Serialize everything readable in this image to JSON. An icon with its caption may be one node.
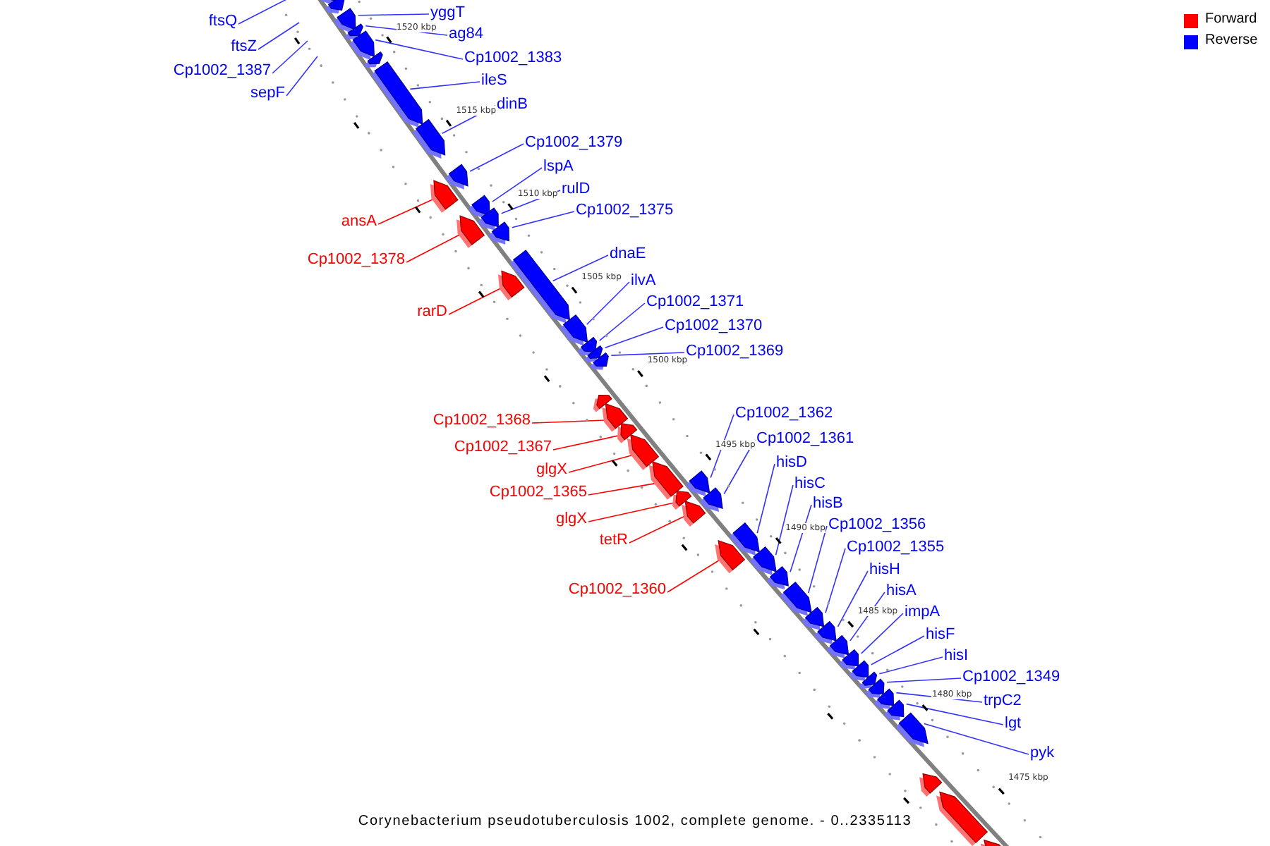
{
  "diagram": {
    "caption": "Corynebacterium pseudotuberculosis 1002, complete genome. - 0..2335113",
    "nodes": [
      {
        "text": [
          "ftsQ"
        ]
      },
      {
        "text": [
          "yggT"
        ]
      },
      {
        "text": [
          "ag84"
        ]
      },
      {
        "text": [
          "ftsZ"
        ]
      },
      {
        "text": [
          "Cp1002_1387"
        ]
      },
      {
        "text": [
          "Cp1002_1383"
        ]
      },
      {
        "text": [
          "sepF"
        ]
      },
      {
        "text": [
          "ileS"
        ]
      },
      {
        "text": [
          "dinB"
        ]
      },
      {
        "text": [
          "Cp1002_1379"
        ]
      },
      {
        "text": [
          "lspA"
        ]
      },
      {
        "text": [
          "rulD"
        ]
      },
      {
        "text": [
          "Cp1002_1375"
        ]
      },
      {
        "text": [
          "ansA"
        ]
      },
      {
        "text": [
          "Cp1002_1378"
        ]
      },
      {
        "text": [
          "dnaE"
        ]
      },
      {
        "text": [
          "ilvA"
        ]
      },
      {
        "text": [
          "Cp1002_1371"
        ]
      },
      {
        "text": [
          "rarD"
        ]
      },
      {
        "text": [
          "Cp1002_1370"
        ]
      },
      {
        "text": [
          "Cp1002_1369"
        ]
      },
      {
        "text": [
          "Cp1002_1362"
        ]
      },
      {
        "text": [
          "Cp1002_1368"
        ]
      },
      {
        "text": [
          "Cp1002_1361"
        ]
      },
      {
        "text": [
          "Cp1002_1367"
        ]
      },
      {
        "text": [
          "hisD"
        ]
      },
      {
        "text": [
          "glgX"
        ]
      },
      {
        "text": [
          "hisC"
        ]
      },
      {
        "text": [
          "Cp1002_1365"
        ]
      },
      {
        "text": [
          "hisB"
        ]
      },
      {
        "text": [
          "glgX"
        ]
      },
      {
        "text": [
          "Cp1002_1356"
        ]
      },
      {
        "text": [
          "tetR"
        ]
      },
      {
        "text": [
          "Cp1002_1355"
        ]
      },
      {
        "text": [
          "Cp1002_1360"
        ]
      },
      {
        "text": [
          "hisH"
        ]
      },
      {
        "text": [
          "hisA"
        ]
      },
      {
        "text": [
          "impA"
        ]
      },
      {
        "text": [
          "hisF"
        ]
      },
      {
        "text": [
          "hisI"
        ]
      },
      {
        "text": [
          "Cp1002_1349"
        ]
      },
      {
        "text": [
          "trpC2"
        ]
      },
      {
        "text": [
          "lgt"
        ]
      },
      {
        "text": [
          "pyk"
        ]
      },
      {
        "text": [],
        "shape": "bar"
      },
      {
        "text": [],
        "shape": "bar"
      },
      {
        "text": [],
        "shape": "bar"
      },
      {
        "text": [],
        "shape": "bar"
      },
      {
        "text": [],
        "shape": "bar"
      },
      {
        "text": [],
        "shape": "bar"
      },
      {
        "text": [],
        "shape": "bar"
      },
      {
        "text": [],
        "shape": "bar"
      },
      {
        "text": [],
        "shape": "bar"
      },
      {
        "text": [],
        "shape": "bar"
      },
      {
        "text": [],
        "shape": "bar"
      },
      {
        "text": [],
        "shape": "bar"
      },
      {
        "text": [],
        "shape": "bar"
      },
      {
        "text": [],
        "shape": "bar"
      },
      {
        "text": [],
        "shape": "bar"
      },
      {
        "text": [],
        "shape": "bar"
      },
      {
        "text": [],
        "shape": "bar"
      },
      {
        "text": [],
        "shape": "bar"
      },
      {
        "text": [],
        "shape": "bar"
      },
      {
        "text": [],
        "shape": "bar"
      },
      {
        "text": [],
        "shape": "bar"
      },
      {
        "text": [],
        "shape": "bar"
      },
      {
        "text": [],
        "shape": "bar"
      },
      {
        "text": [],
        "shape": "bar"
      },
      {
        "text": [],
        "shape": "bar"
      },
      {
        "text": [],
        "shape": "bar"
      },
      {
        "text": [],
        "shape": "bar"
      },
      {
        "text": [],
        "shape": "bar"
      },
      {
        "text": [],
        "shape": "bar"
      },
      {
        "text": [],
        "shape": "bar"
      },
      {
        "text": [],
        "shape": "bar"
      },
      {
        "text": [],
        "shape": "bar"
      },
      {
        "text": [],
        "shape": "bar"
      },
      {
        "text": [],
        "shape": "bar"
      },
      {
        "text": [],
        "shape": "bar"
      },
      {
        "text": [],
        "shape": "bar"
      },
      {
        "text": [],
        "shape": "bar"
      },
      {
        "text": [],
        "shape": "bar"
      },
      {
        "text": [],
        "shape": "bar"
      },
      {
        "text": [],
        "shape": "bar"
      },
      {
        "text": [],
        "shape": "bar"
      },
      {
        "text": [],
        "shape": "bar"
      },
      {
        "text": [],
        "shape": "bar"
      },
      {
        "text": [],
        "shape": "bar"
      },
      {
        "text": [],
        "shape": "bar"
      },
      {
        "text": [],
        "shape": "bar"
      },
      {
        "text": [],
        "shape": "bar"
      }
    ],
    "edges": [
      {
        "from": 0,
        "to": null,
        "arrow": "none"
      },
      {
        "from": 1,
        "to": 46,
        "arrow": "none"
      },
      {
        "from": 2,
        "to": 47,
        "arrow": "none"
      },
      {
        "from": 3,
        "to": null,
        "arrow": "none"
      },
      {
        "from": 4,
        "to": null,
        "arrow": "none"
      },
      {
        "from": 5,
        "to": 48,
        "arrow": "none"
      },
      {
        "from": 6,
        "to": null,
        "arrow": "none"
      },
      {
        "from": 7,
        "to": 50,
        "arrow": "none"
      },
      {
        "from": 8,
        "to": 51,
        "arrow": "none"
      },
      {
        "from": 9,
        "to": 52,
        "arrow": "none"
      },
      {
        "from": 10,
        "to": 53,
        "arrow": "none"
      },
      {
        "from": 11,
        "to": 54,
        "arrow": "none"
      },
      {
        "from": 12,
        "to": 55,
        "arrow": "none"
      },
      {
        "from": 13,
        "to": 77,
        "arrow": "none",
        "color": "#ff0000"
      },
      {
        "from": 14,
        "to": 78,
        "arrow": "none",
        "color": "#ff0000"
      },
      {
        "from": 15,
        "to": 56,
        "arrow": "none"
      },
      {
        "from": 16,
        "to": 57,
        "arrow": "none"
      },
      {
        "from": 17,
        "to": 58,
        "arrow": "none"
      },
      {
        "from": 18,
        "to": 79,
        "arrow": "none",
        "color": "#ff0000"
      },
      {
        "from": 19,
        "to": 59,
        "arrow": "none"
      },
      {
        "from": 20,
        "to": 60,
        "arrow": "none"
      },
      {
        "from": 21,
        "to": 61,
        "arrow": "none"
      },
      {
        "from": 22,
        "to": 81,
        "arrow": "none",
        "color": "#ff0000"
      },
      {
        "from": 23,
        "to": 62,
        "arrow": "none"
      },
      {
        "from": 24,
        "to": 82,
        "arrow": "none",
        "color": "#ff0000"
      },
      {
        "from": 25,
        "to": 63,
        "arrow": "none"
      },
      {
        "from": 26,
        "to": 83,
        "arrow": "none",
        "color": "#ff0000"
      },
      {
        "from": 27,
        "to": 64,
        "arrow": "none"
      },
      {
        "from": 28,
        "to": 84,
        "arrow": "none",
        "color": "#ff0000"
      },
      {
        "from": 29,
        "to": 65,
        "arrow": "none"
      },
      {
        "from": 30,
        "to": 85,
        "arrow": "none",
        "color": "#ff0000"
      },
      {
        "from": 31,
        "to": 66,
        "arrow": "none"
      },
      {
        "from": 32,
        "to": 86,
        "arrow": "none",
        "color": "#ff0000"
      },
      {
        "from": 33,
        "to": 67,
        "arrow": "none"
      },
      {
        "from": 34,
        "to": 87,
        "arrow": "none",
        "color": "#ff0000"
      },
      {
        "from": 35,
        "to": 68,
        "arrow": "none"
      },
      {
        "from": 36,
        "to": 69,
        "arrow": "none"
      },
      {
        "from": 37,
        "to": 70,
        "arrow": "none"
      },
      {
        "from": 38,
        "to": 71,
        "arrow": "none"
      },
      {
        "from": 39,
        "to": 72,
        "arrow": "none"
      },
      {
        "from": 40,
        "to": 73,
        "arrow": "none"
      },
      {
        "from": 41,
        "to": 74,
        "arrow": "none"
      },
      {
        "from": 42,
        "to": 75,
        "arrow": "none"
      },
      {
        "from": 43,
        "to": 76,
        "arrow": "none"
      }
    ],
    "labels": [
      "1520 kbp",
      "1515 kbp",
      "1510 kbp",
      "1505 kbp",
      "1500 kbp",
      "1495 kbp",
      "1490 kbp",
      "1485 kbp",
      "1480 kbp",
      "1475 kbp"
    ],
    "legend": [
      {
        "text": "Forward",
        "color": "#ff0000"
      },
      {
        "text": "Reverse",
        "color": "#0000ff"
      }
    ]
  }
}
